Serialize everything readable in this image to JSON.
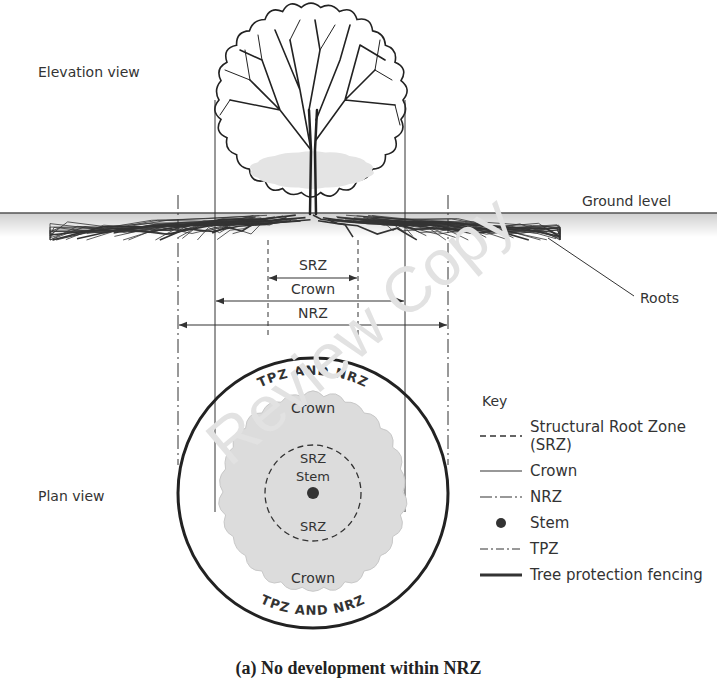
{
  "diagram": {
    "caption": "(a) No development within NRZ",
    "labels": [
      "Elevation view",
      "Ground level",
      "SRZ",
      "Crown",
      "NRZ",
      "Roots",
      "TPZ AND NRZ",
      "Crown",
      "SRZ",
      "Stem",
      "SRZ",
      "Crown",
      "TPZ AND NRZ",
      "Plan view",
      "Key",
      "Review Copy"
    ],
    "legend": [
      {
        "text": "Structural Root Zone (SRZ)"
      },
      {
        "text": "Crown"
      },
      {
        "text": "NRZ"
      },
      {
        "text": "Stem"
      },
      {
        "text": "TPZ"
      },
      {
        "text": "Tree protection fencing"
      }
    ]
  }
}
